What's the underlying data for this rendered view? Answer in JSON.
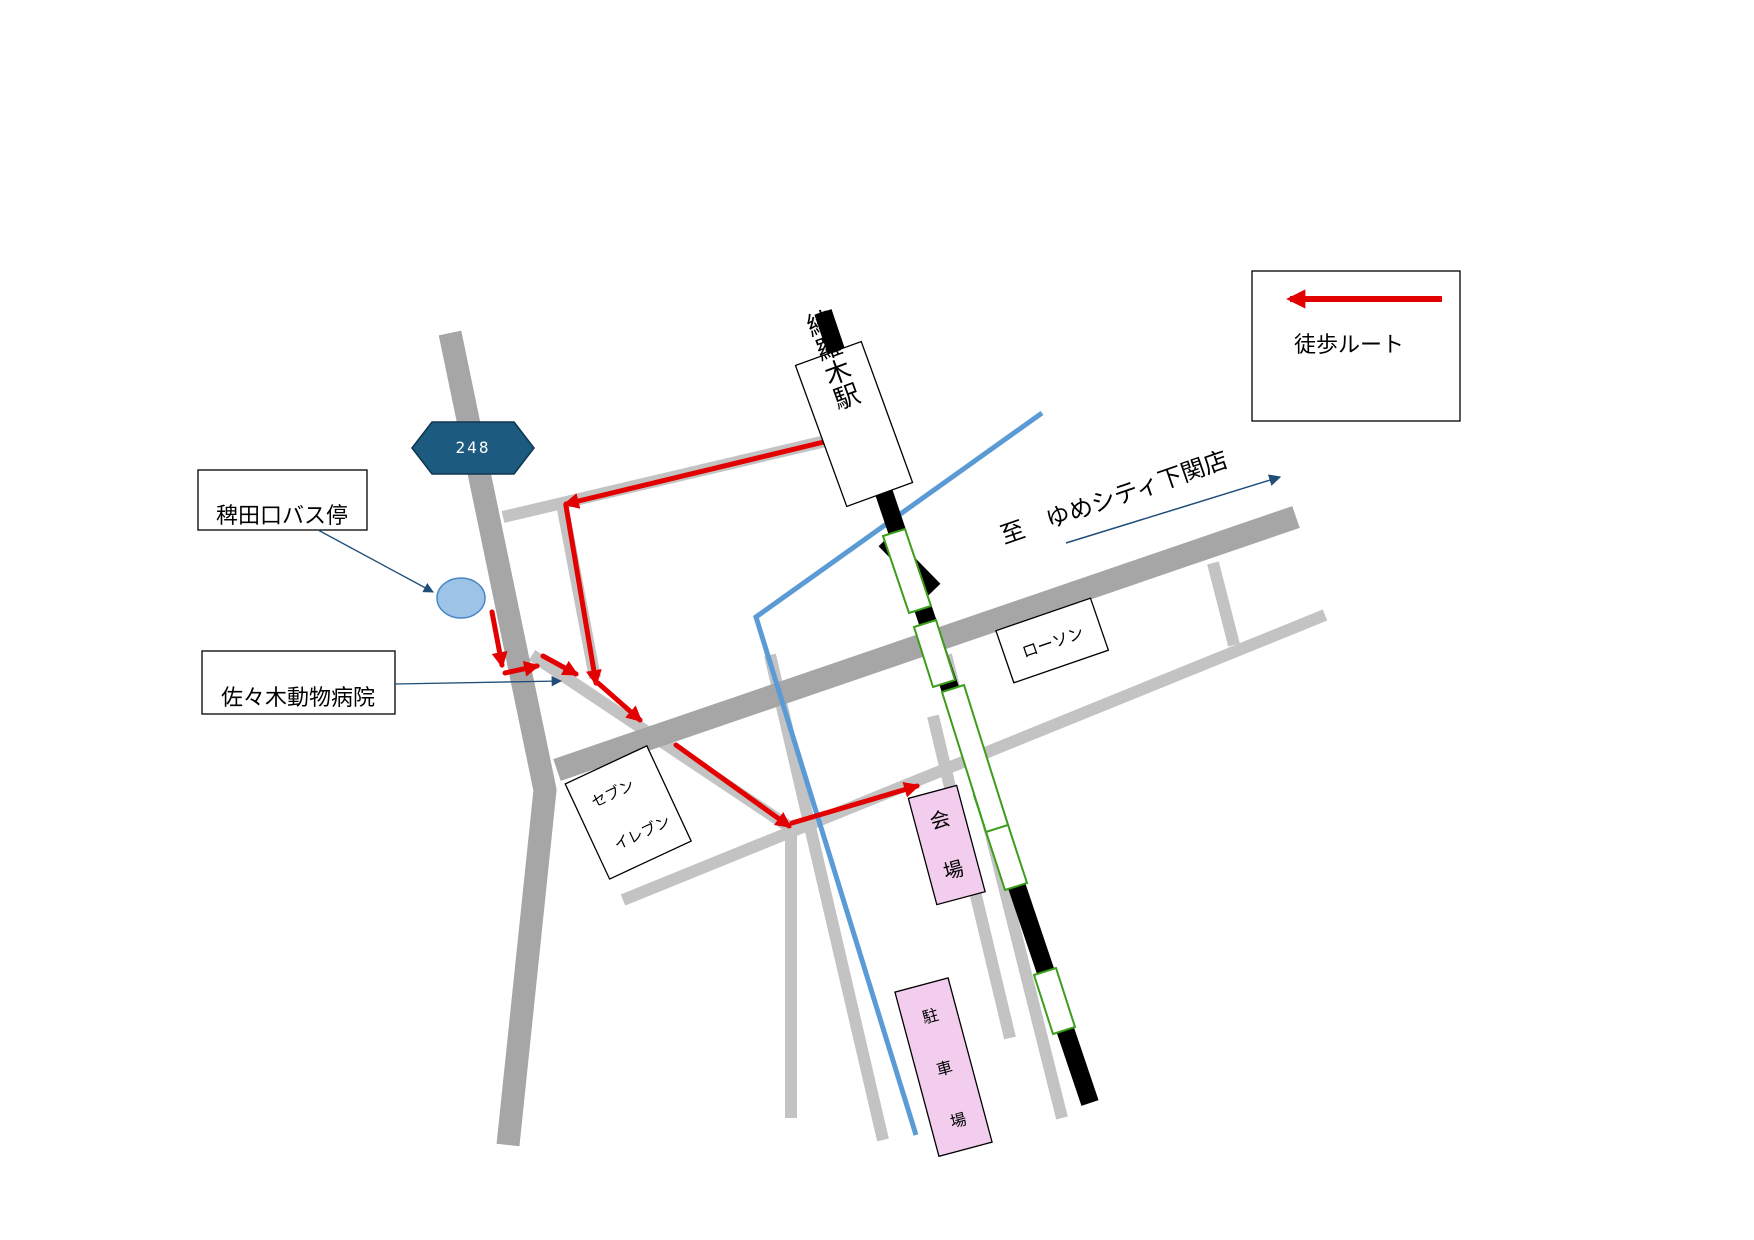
{
  "route_sign": "248",
  "station": "綾羅木駅",
  "direction": "至　ゆめシティ下関店",
  "bus_stop": "稗田口バス停",
  "animal_hospital": "佐々木動物病院",
  "lawson": "ローソン",
  "seven_line1": "セブン",
  "seven_line2": "イレブン",
  "venue_chars": [
    "会",
    "場"
  ],
  "parking_chars": [
    "駐",
    "車",
    "場"
  ],
  "legend_label": "徒歩ルート",
  "colors": {
    "main_road": "#a6a6a6",
    "side_road": "#c3c3c3",
    "river": "#5b9bd5",
    "rail_black": "#000000",
    "rail_outline": "#3a9e1a",
    "route": "#e30000",
    "route_sign_fill": "#1d5a7f",
    "venue_fill": "#f2cdee",
    "bus_stop_fill": "#9dc3e6",
    "leader_line": "#1f4e79"
  },
  "icons": [
    "walk-route-arrow",
    "bus-stop-marker",
    "route-248-sign",
    "direction-arrow"
  ]
}
